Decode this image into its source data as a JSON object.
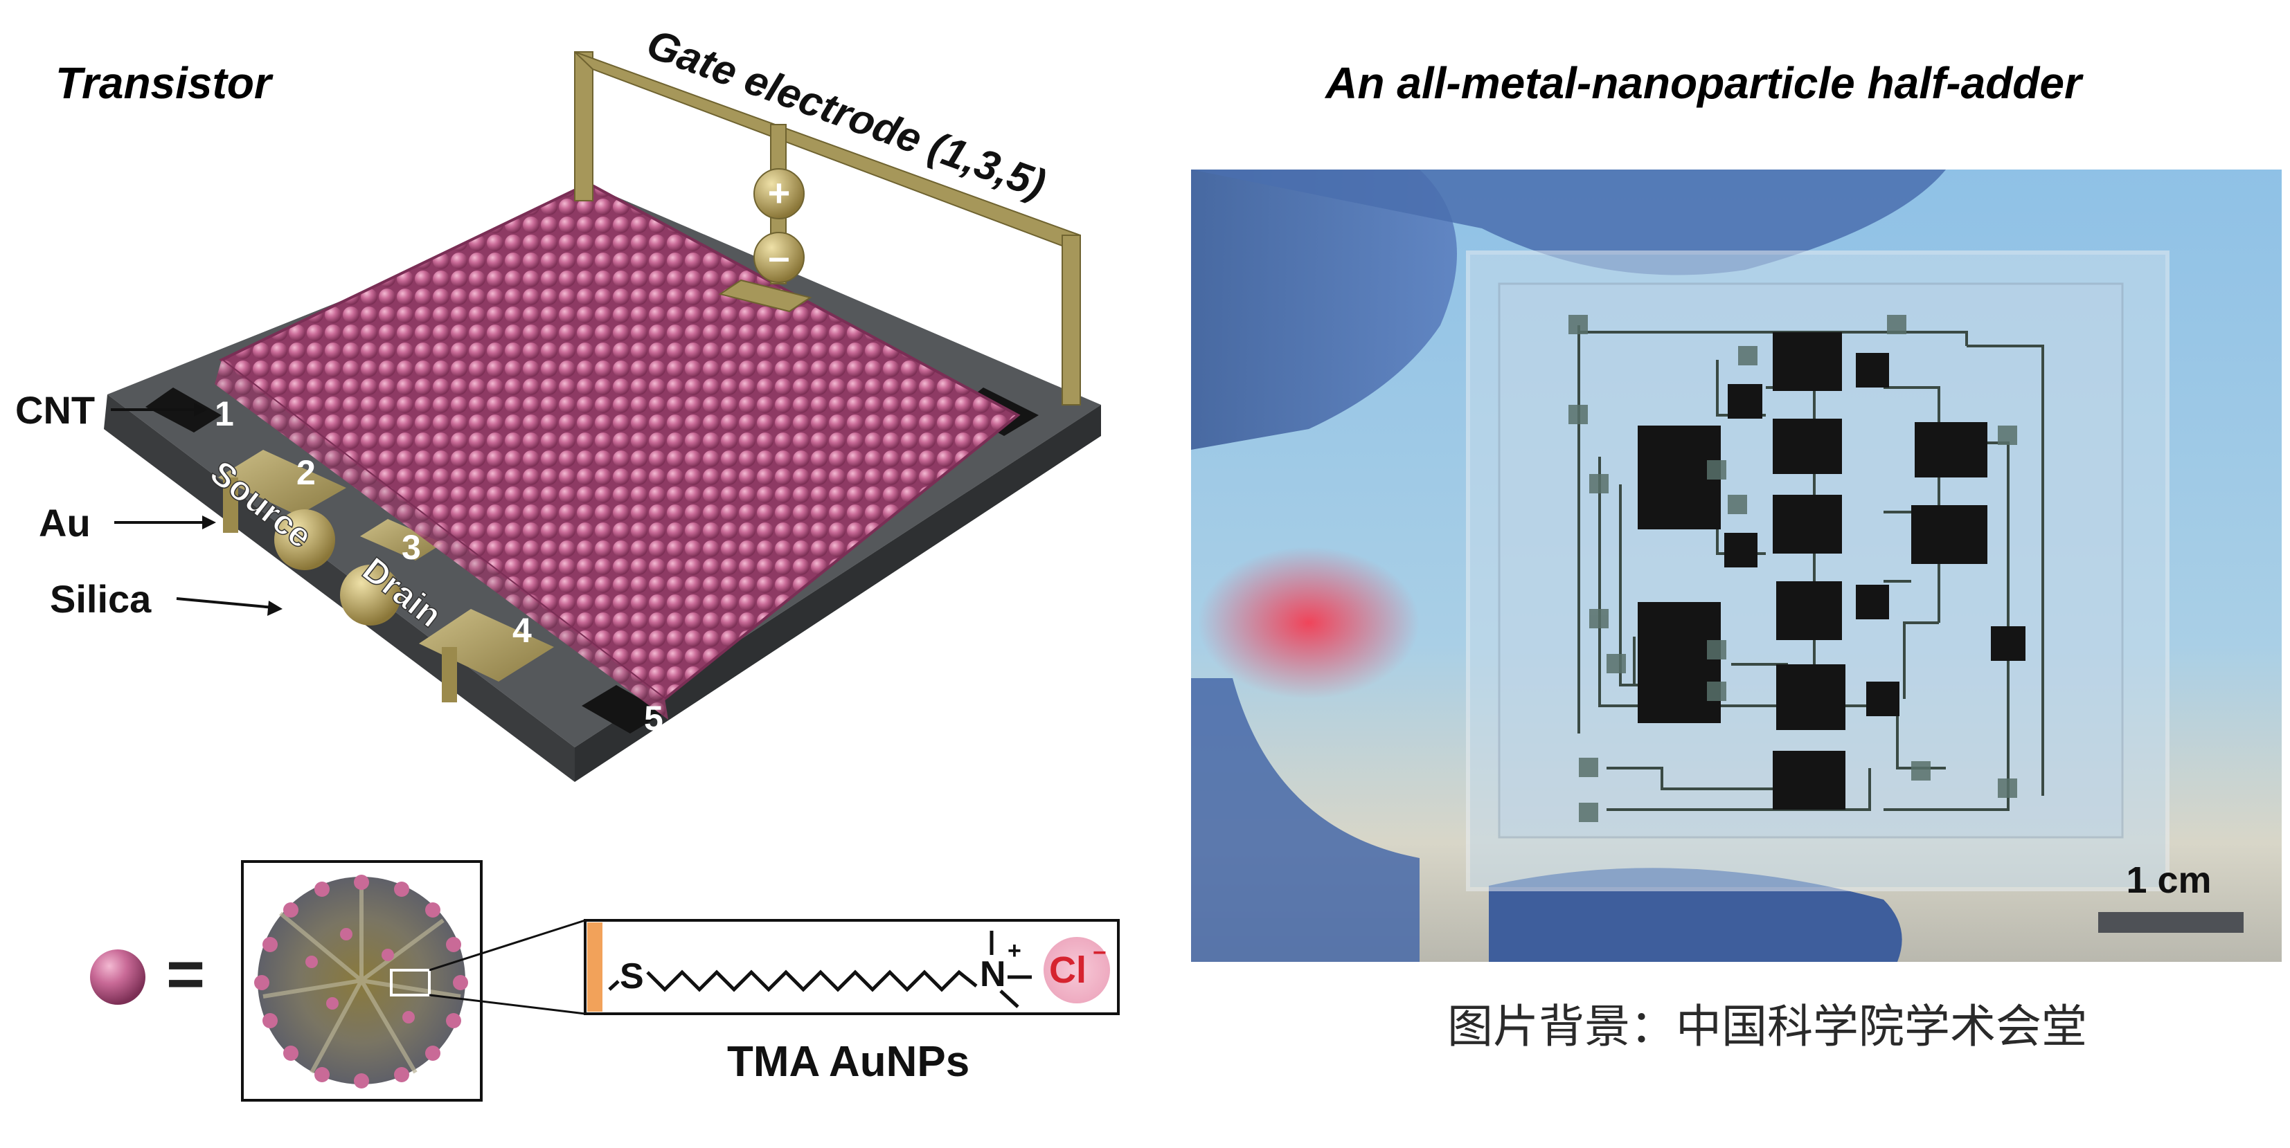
{
  "figure": {
    "left_panel": {
      "title": "Transistor",
      "gate_label": "Gate electrode (1,3,5)",
      "plus_sign": "+",
      "minus_sign": "–",
      "labels": {
        "cnt": "CNT",
        "au": "Au",
        "silica": "Silica",
        "source": "Source",
        "drain": "Drain"
      },
      "electrode_numbers": [
        "1",
        "2",
        "3",
        "4",
        "5"
      ],
      "particle_color": "#c15f8c",
      "gold_color": "#a8975a",
      "substrate_color": "#4e5154"
    },
    "legend": {
      "equals": "=",
      "sulfur": "S",
      "nitrogen": "N",
      "charge": "+",
      "chloride": "Cl",
      "chloride_charge": "−",
      "caption": "TMA AuNPs"
    },
    "right_panel": {
      "title": "An all-metal-nanoparticle half-adder",
      "scale_label": "1 cm"
    },
    "footer_caption": "图片背景：中国科学院学术会堂"
  }
}
